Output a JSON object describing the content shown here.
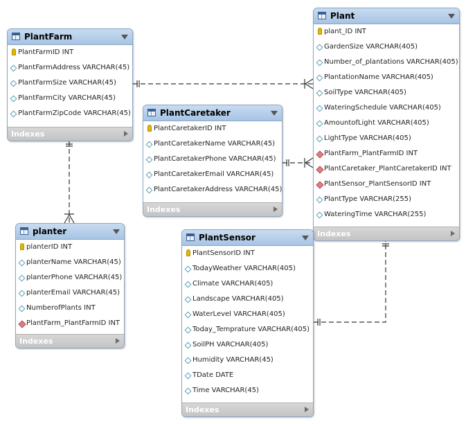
{
  "tables": {
    "plantfarm": {
      "title": "PlantFarm",
      "columns": [
        {
          "text": "PlantFarmID INT",
          "kind": "pk"
        },
        {
          "text": "PlantFarmAddress VARCHAR(45)",
          "kind": "attr"
        },
        {
          "text": "PlantFarmSize VARCHAR(45)",
          "kind": "attr"
        },
        {
          "text": "PlantFarmCity VARCHAR(45)",
          "kind": "attr"
        },
        {
          "text": "PlantFarmZipCode VARCHAR(45)",
          "kind": "attr"
        }
      ],
      "indexes_label": "Indexes"
    },
    "plantcaretaker": {
      "title": "PlantCaretaker",
      "columns": [
        {
          "text": "PlantCaretakerID INT",
          "kind": "pk"
        },
        {
          "text": "PlantCaretakerName VARCHAR(45)",
          "kind": "attr"
        },
        {
          "text": "PlantCaretakerPhone VARCHAR(45)",
          "kind": "attr"
        },
        {
          "text": "PlantCaretakerEmail VARCHAR(45)",
          "kind": "attr"
        },
        {
          "text": "PlantCaretakerAddress VARCHAR(45)",
          "kind": "attr"
        }
      ],
      "indexes_label": "Indexes"
    },
    "plant": {
      "title": "Plant",
      "columns": [
        {
          "text": "plant_ID INT",
          "kind": "pk"
        },
        {
          "text": "GardenSize VARCHAR(405)",
          "kind": "attr"
        },
        {
          "text": "Number_of_plantations VARCHAR(405)",
          "kind": "attr"
        },
        {
          "text": "PlantationName VARCHAR(405)",
          "kind": "attr"
        },
        {
          "text": "SoilType VARCHAR(405)",
          "kind": "attr"
        },
        {
          "text": "WateringSchedule VARCHAR(405)",
          "kind": "attr"
        },
        {
          "text": "AmountofLight VARCHAR(405)",
          "kind": "attr"
        },
        {
          "text": "LightType VARCHAR(405)",
          "kind": "attr"
        },
        {
          "text": "PlantFarm_PlantFarmID INT",
          "kind": "fk"
        },
        {
          "text": "PlantCaretaker_PlantCaretakerID INT",
          "kind": "fk"
        },
        {
          "text": "PlantSensor_PlantSensorID INT",
          "kind": "fk"
        },
        {
          "text": "PlantType VARCHAR(255)",
          "kind": "attr"
        },
        {
          "text": "WateringTime VARCHAR(255)",
          "kind": "attr"
        }
      ],
      "indexes_label": "Indexes"
    },
    "planter": {
      "title": "planter",
      "columns": [
        {
          "text": "planterID INT",
          "kind": "pk"
        },
        {
          "text": "planterName VARCHAR(45)",
          "kind": "attr"
        },
        {
          "text": "planterPhone VARCHAR(45)",
          "kind": "attr"
        },
        {
          "text": "planterEmail VARCHAR(45)",
          "kind": "attr"
        },
        {
          "text": "NumberofPlants INT",
          "kind": "attr"
        },
        {
          "text": "PlantFarm_PlantFarmID INT",
          "kind": "fk"
        }
      ],
      "indexes_label": "Indexes"
    },
    "plantsensor": {
      "title": "PlantSensor",
      "columns": [
        {
          "text": "PlantSensorID INT",
          "kind": "pk"
        },
        {
          "text": "TodayWeather VARCHAR(405)",
          "kind": "attr"
        },
        {
          "text": "Climate VARCHAR(405)",
          "kind": "attr"
        },
        {
          "text": "Landscape VARCHAR(405)",
          "kind": "attr"
        },
        {
          "text": "WaterLevel VARCHAR(405)",
          "kind": "attr"
        },
        {
          "text": "Today_Temprature VARCHAR(405)",
          "kind": "attr"
        },
        {
          "text": "SoilPH VARCHAR(405)",
          "kind": "attr"
        },
        {
          "text": "Humidity VARCHAR(45)",
          "kind": "attr"
        },
        {
          "text": "TDate DATE",
          "kind": "attr"
        },
        {
          "text": "Time VARCHAR(45)",
          "kind": "attr"
        }
      ],
      "indexes_label": "Indexes"
    }
  },
  "colors": {
    "header": "#a7c4e4",
    "border": "#8aa6c4",
    "indexes_bar": "#c4c4c4",
    "relationship_line": "#333333"
  }
}
